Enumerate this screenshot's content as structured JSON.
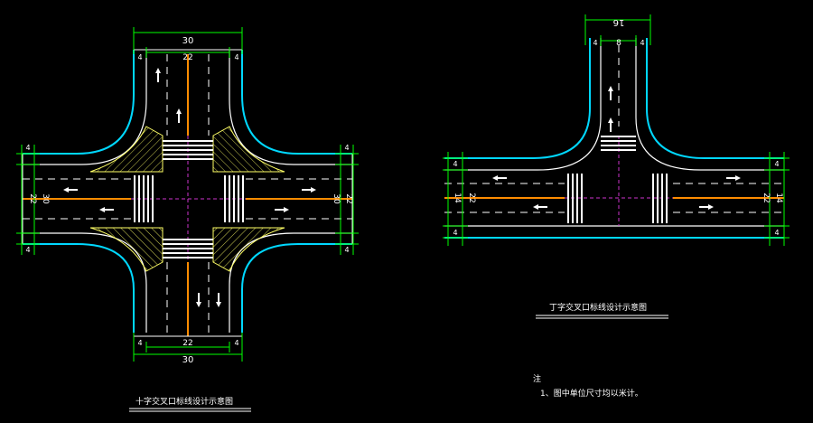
{
  "cross_intersection": {
    "title": "十字交叉口标线设计示意图",
    "dims_top": [
      "30",
      "22",
      "4",
      "4"
    ],
    "dims_bottom": [
      "30",
      "22",
      "4",
      "4"
    ],
    "dims_left": [
      "22",
      "30",
      "4",
      "4"
    ],
    "dims_right": [
      "30",
      "22",
      "4",
      "4"
    ]
  },
  "t_intersection": {
    "title": "丁字交叉口标线设计示意图",
    "dims_top": [
      "16",
      "8",
      "4",
      "4"
    ],
    "dims_left": [
      "14",
      "22",
      "4",
      "4"
    ],
    "dims_right": [
      "22",
      "14",
      "4",
      "4"
    ]
  },
  "notes": {
    "heading": "注",
    "line1": "1、图中单位尺寸均以米计。"
  },
  "colors": {
    "background": "#000000",
    "curb": "#00d8ff",
    "edge": "#ffffff",
    "dimension": "#00ff00",
    "centerline": "#ff8c00",
    "hatch": "#ffff66",
    "axis": "#cc33cc"
  }
}
